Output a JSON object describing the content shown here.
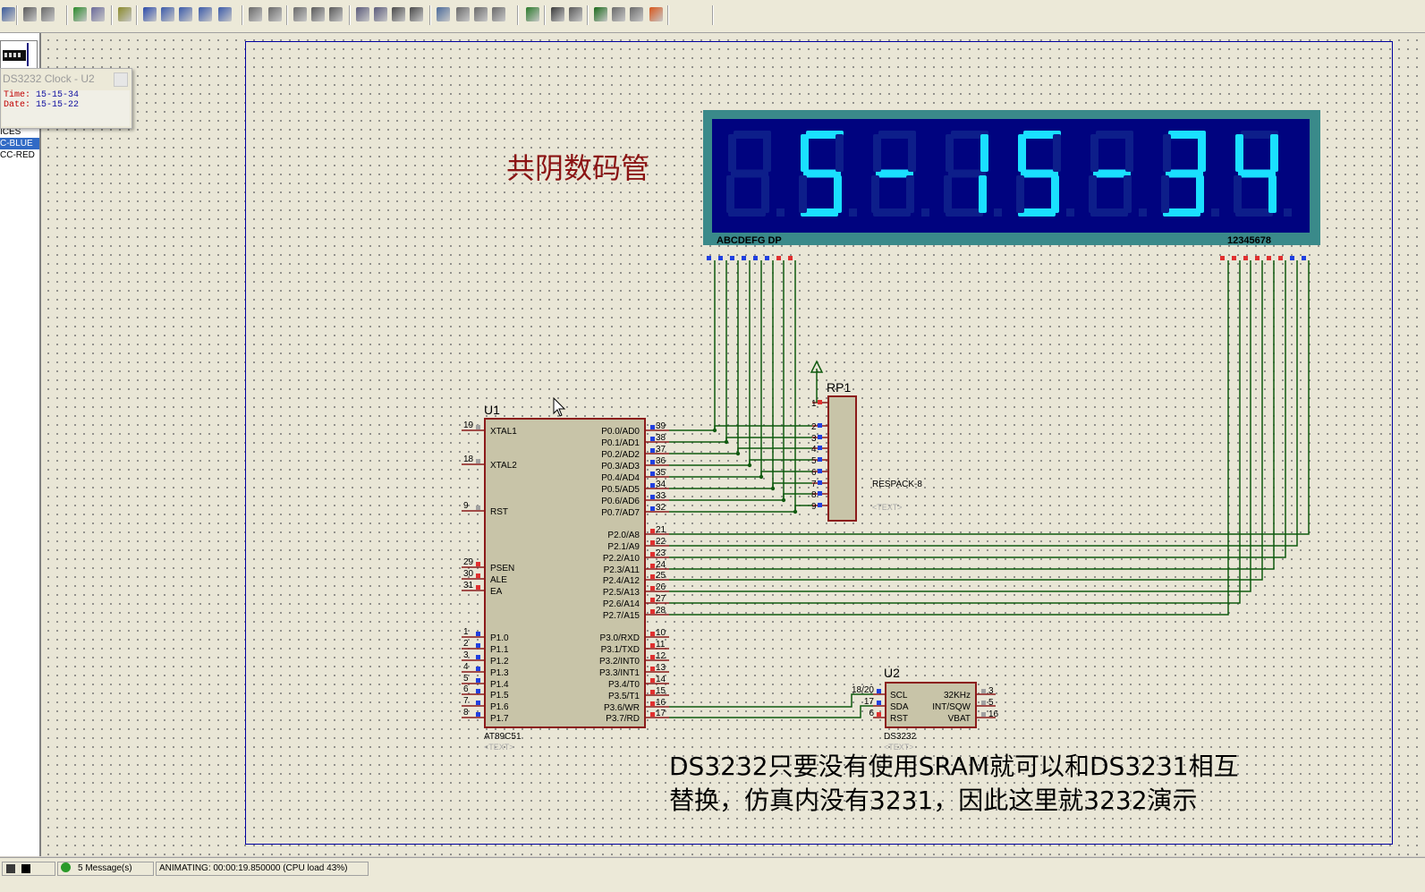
{
  "toolbar": {
    "icons": [
      "open-icon",
      "print-icon",
      "print-preview-icon",
      "refresh-icon",
      "grid-icon",
      "origin-icon",
      "pan-icon",
      "zoom-in-icon",
      "zoom-out-icon",
      "zoom-all-icon",
      "zoom-area-icon",
      "undo-icon",
      "redo-icon",
      "cut-icon",
      "copy-icon",
      "paste-icon",
      "block-copy-icon",
      "block-move-icon",
      "block-rotate-icon",
      "block-delete-icon",
      "pick-device-icon",
      "make-device-icon",
      "packaging-tool-icon",
      "decompose-icon",
      "wire-autorouter-icon",
      "search-icon",
      "property-tool-icon",
      "netlist-icon",
      "bill-icon",
      "electrical-check-icon",
      "ares-icon"
    ]
  },
  "left_panel": {
    "devices": [
      "ICES",
      "C-BLUE",
      "CC-RED"
    ],
    "selected_index": 1
  },
  "popup": {
    "title": "DS3232 Clock - U2",
    "time_label": "Time:",
    "time_value": "15-15-34",
    "date_label": "Date:",
    "date_value": "15-15-22"
  },
  "captions": {
    "display_title": "共阴数码管",
    "note_line1": "DS3232只要没有使用SRAM就可以和DS3231相互",
    "note_line2": "替换，仿真内没有3231，因此这里就3232演示"
  },
  "display": {
    "digits": [
      "",
      "5",
      "-",
      "1",
      "5",
      "-",
      "3",
      "4"
    ],
    "segment_label": "ABCDEFG DP",
    "digit_label": "12345678",
    "lit_color": "#1ae0ff",
    "dim_color": "#0d1e8a",
    "bg_color": "#00037f",
    "frame_color": "#3a8a8a"
  },
  "u1": {
    "ref": "U1",
    "part": "AT89C51",
    "text": "<TEXT>",
    "left_pins": [
      {
        "num": "19",
        "name": "XTAL1"
      },
      {
        "num": "18",
        "name": "XTAL2"
      },
      {
        "num": "9",
        "name": "RST"
      },
      {
        "num": "29",
        "name": "PSEN"
      },
      {
        "num": "30",
        "name": "ALE"
      },
      {
        "num": "31",
        "name": "EA"
      },
      {
        "num": "1",
        "name": "P1.0"
      },
      {
        "num": "2",
        "name": "P1.1"
      },
      {
        "num": "3",
        "name": "P1.2"
      },
      {
        "num": "4",
        "name": "P1.3"
      },
      {
        "num": "5",
        "name": "P1.4"
      },
      {
        "num": "6",
        "name": "P1.5"
      },
      {
        "num": "7",
        "name": "P1.6"
      },
      {
        "num": "8",
        "name": "P1.7"
      }
    ],
    "right_pins": [
      {
        "num": "39",
        "name": "P0.0/AD0"
      },
      {
        "num": "38",
        "name": "P0.1/AD1"
      },
      {
        "num": "37",
        "name": "P0.2/AD2"
      },
      {
        "num": "36",
        "name": "P0.3/AD3"
      },
      {
        "num": "35",
        "name": "P0.4/AD4"
      },
      {
        "num": "34",
        "name": "P0.5/AD5"
      },
      {
        "num": "33",
        "name": "P0.6/AD6"
      },
      {
        "num": "32",
        "name": "P0.7/AD7"
      },
      {
        "num": "21",
        "name": "P2.0/A8"
      },
      {
        "num": "22",
        "name": "P2.1/A9"
      },
      {
        "num": "23",
        "name": "P2.2/A10"
      },
      {
        "num": "24",
        "name": "P2.3/A11"
      },
      {
        "num": "25",
        "name": "P2.4/A12"
      },
      {
        "num": "26",
        "name": "P2.5/A13"
      },
      {
        "num": "27",
        "name": "P2.6/A14"
      },
      {
        "num": "28",
        "name": "P2.7/A15"
      },
      {
        "num": "10",
        "name": "P3.0/RXD"
      },
      {
        "num": "11",
        "name": "P3.1/TXD"
      },
      {
        "num": "12",
        "name": "P3.2/INT0"
      },
      {
        "num": "13",
        "name": "P3.3/INT1"
      },
      {
        "num": "14",
        "name": "P3.4/T0"
      },
      {
        "num": "15",
        "name": "P3.5/T1"
      },
      {
        "num": "16",
        "name": "P3.6/WR"
      },
      {
        "num": "17",
        "name": "P3.7/RD"
      }
    ]
  },
  "rp1": {
    "ref": "RP1",
    "part": "RESPACK-8",
    "text": "<TEXT>",
    "pins": [
      "1",
      "2",
      "3",
      "4",
      "5",
      "6",
      "7",
      "8",
      "9"
    ]
  },
  "u2": {
    "ref": "U2",
    "part": "DS3232",
    "text": "<TEXT>",
    "left_pins": [
      {
        "num": "18/20",
        "name": "SCL"
      },
      {
        "num": "17",
        "name": "SDA"
      },
      {
        "num": "6",
        "name": "RST"
      }
    ],
    "right_pins": [
      {
        "num": "3",
        "name": "32KHz"
      },
      {
        "num": "5",
        "name": "INT/SQW"
      },
      {
        "num": "16",
        "name": "VBAT"
      }
    ]
  },
  "status": {
    "messages": "5 Message(s)",
    "animating": "ANIMATING: 00:00:19.850000 (CPU load 43%)"
  }
}
